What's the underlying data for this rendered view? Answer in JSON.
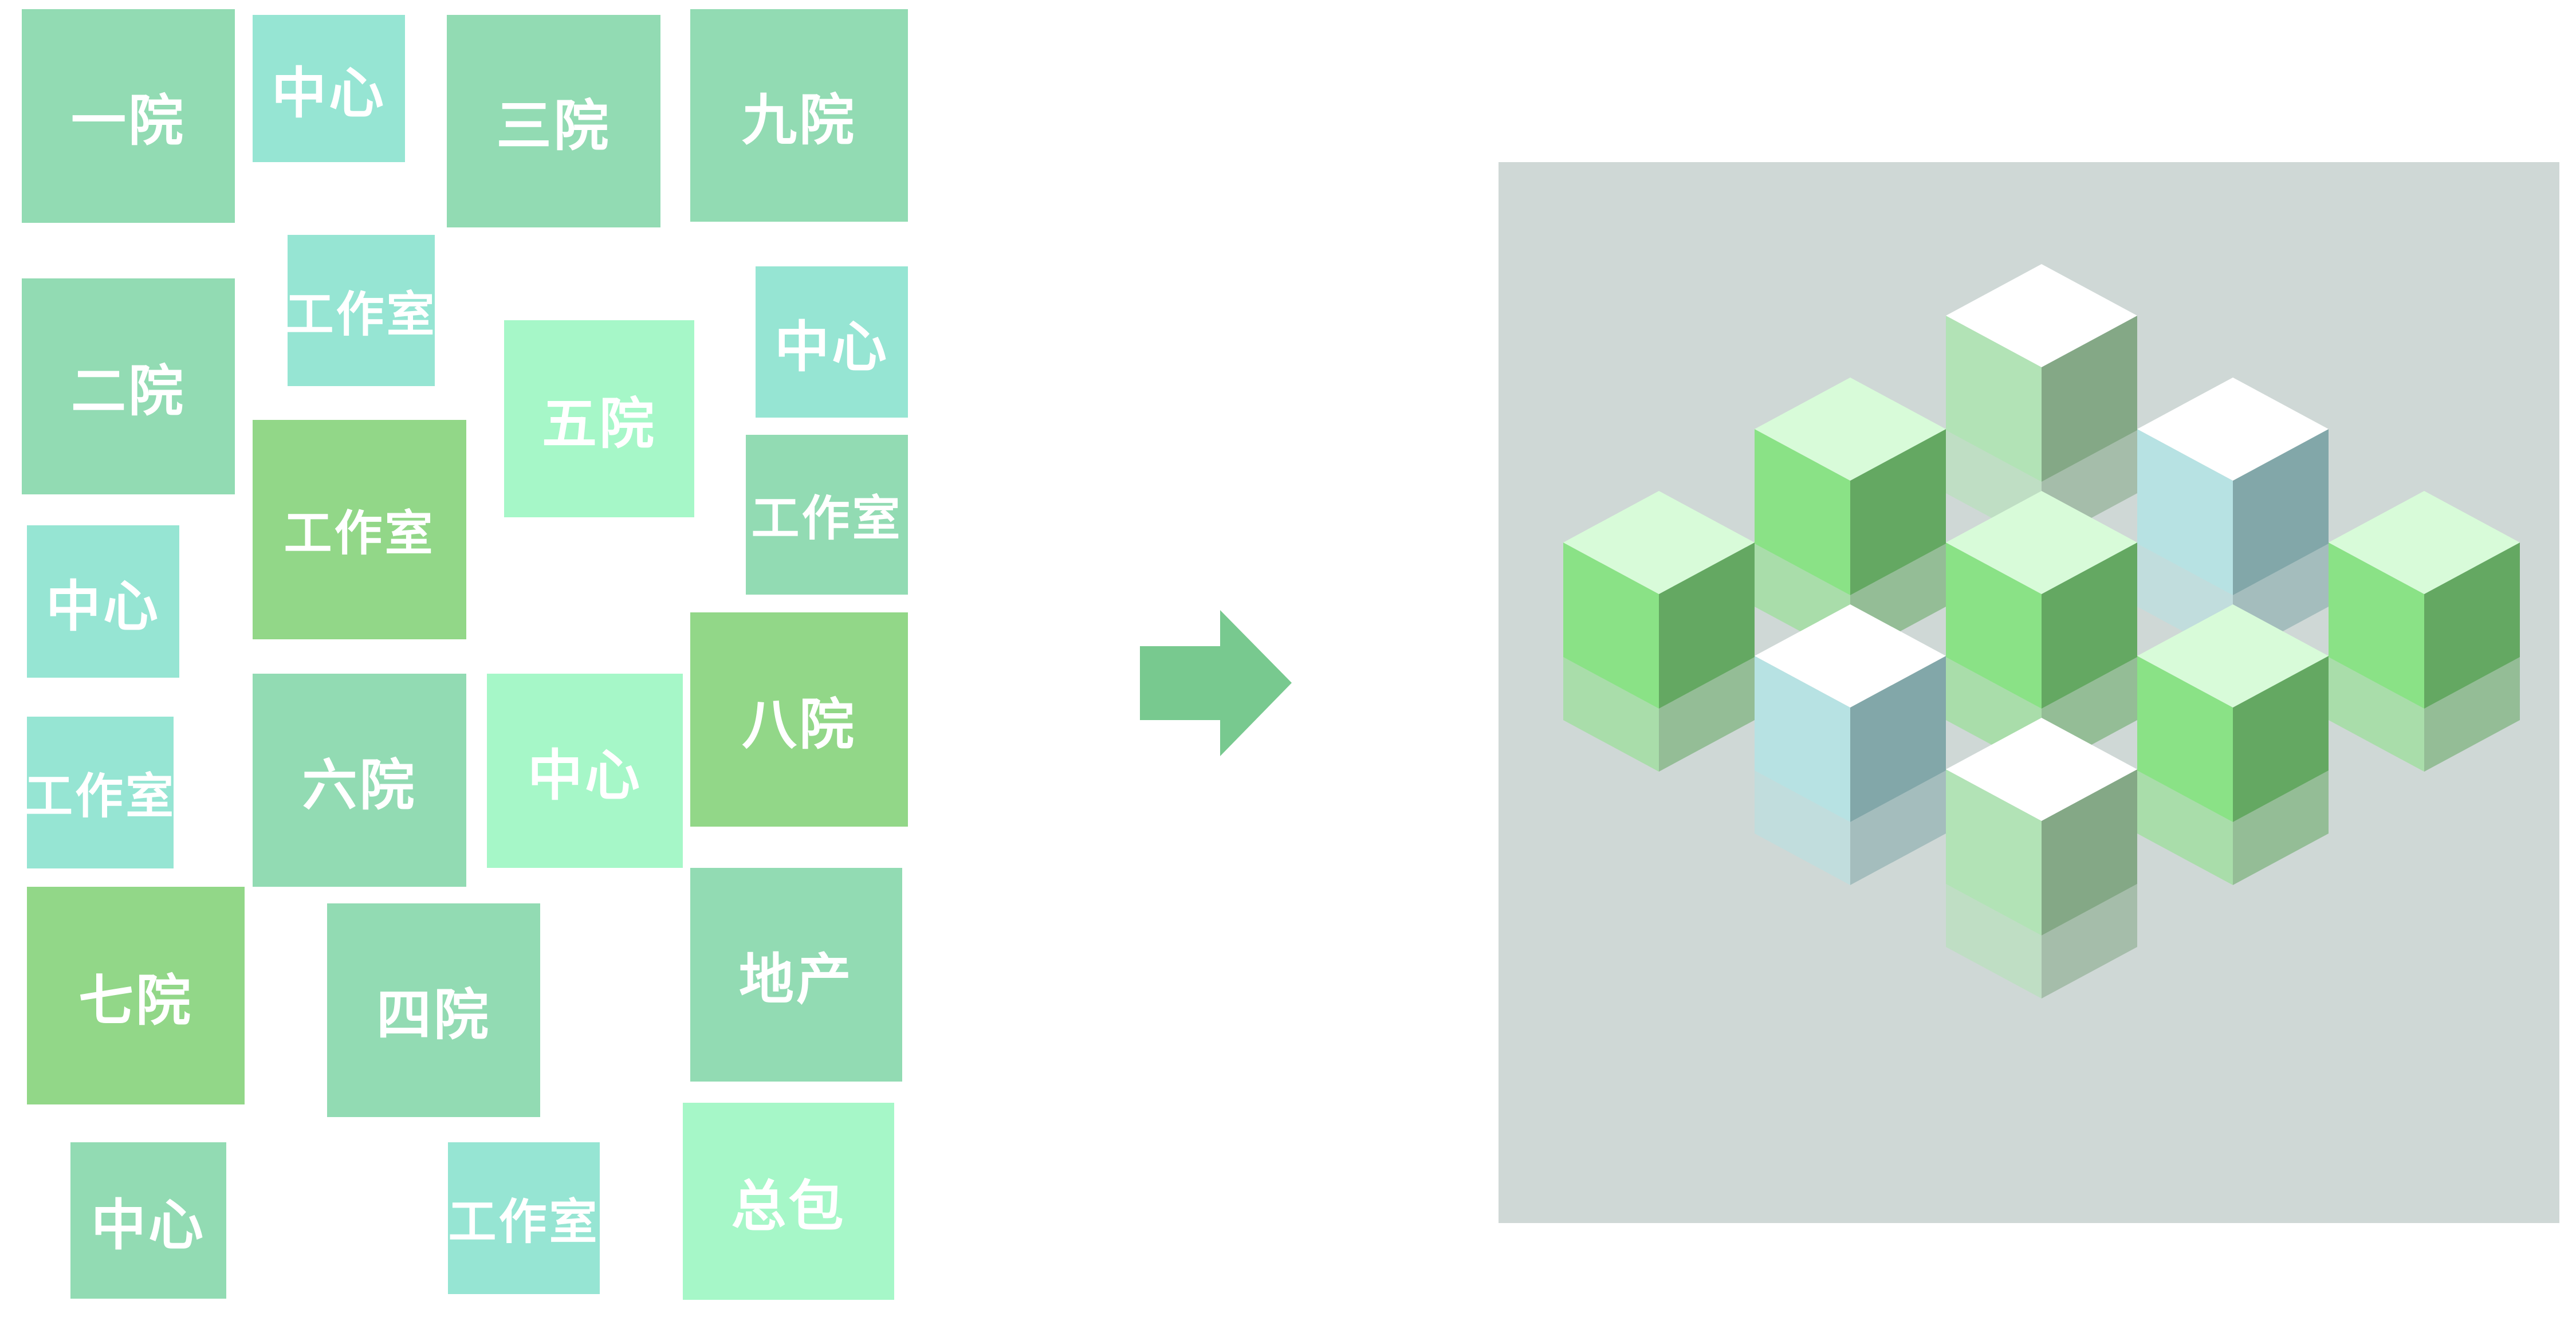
{
  "tiles": [
    {
      "id": "yiyuan",
      "label": "一院",
      "color": "#92dbb3"
    },
    {
      "id": "zhongxin-1",
      "label": "中心",
      "color": "#96e5d3"
    },
    {
      "id": "sanyuan",
      "label": "三院",
      "color": "#92dbb3"
    },
    {
      "id": "jiuyuan",
      "label": "九院",
      "color": "#92dbb3"
    },
    {
      "id": "gongzuoshi-1",
      "label": "工作室",
      "color": "#96e5d3"
    },
    {
      "id": "eryuan",
      "label": "二院",
      "color": "#92dbb3"
    },
    {
      "id": "wuyuan",
      "label": "五院",
      "color": "#a6f7c8"
    },
    {
      "id": "zhongxin-2",
      "label": "中心",
      "color": "#96e5d3"
    },
    {
      "id": "gongzuoshi-2",
      "label": "工作室",
      "color": "#92d788"
    },
    {
      "id": "gongzuoshi-3",
      "label": "工作室",
      "color": "#92dbb3"
    },
    {
      "id": "zhongxin-3",
      "label": "中心",
      "color": "#96e5d3"
    },
    {
      "id": "bayuan",
      "label": "八院",
      "color": "#92d788"
    },
    {
      "id": "liuyuan",
      "label": "六院",
      "color": "#92dbb3"
    },
    {
      "id": "zhongxin-4",
      "label": "中心",
      "color": "#a6f7c8"
    },
    {
      "id": "gongzuoshi-4",
      "label": "工作室",
      "color": "#96e5d3"
    },
    {
      "id": "qiyuan",
      "label": "七院",
      "color": "#92d788"
    },
    {
      "id": "siyuan",
      "label": "四院",
      "color": "#92dbb3"
    },
    {
      "id": "dichan",
      "label": "地产",
      "color": "#92dbb3"
    },
    {
      "id": "zhongxin-5",
      "label": "中心",
      "color": "#92dbb3"
    },
    {
      "id": "gongzuoshi-5",
      "label": "工作室",
      "color": "#96e5d3"
    },
    {
      "id": "zongbao",
      "label": "总包",
      "color": "#a6f7c8"
    }
  ],
  "arrow": {
    "color": "#78c98f"
  },
  "cube_panel": {
    "background": "#cfd8d6"
  },
  "cubes": [
    {
      "id": "cube-top-center",
      "top": "#ffffff",
      "left": "#b2e3b6",
      "right": "#84a886"
    },
    {
      "id": "cube-upper-left",
      "top": "#d8fbd9",
      "left": "#8ae286",
      "right": "#64a862"
    },
    {
      "id": "cube-upper-right",
      "top": "#ffffff",
      "left": "#b7e2e3",
      "right": "#82a7a9"
    },
    {
      "id": "cube-left",
      "top": "#d8fbd9",
      "left": "#8ae286",
      "right": "#64a862"
    },
    {
      "id": "cube-center",
      "top": "#d8fbd9",
      "left": "#8ae286",
      "right": "#64a862"
    },
    {
      "id": "cube-right",
      "top": "#d8fbd9",
      "left": "#8ae286",
      "right": "#64a862"
    },
    {
      "id": "cube-mid-left",
      "top": "#ffffff",
      "left": "#b7e2e3",
      "right": "#82a7a9"
    },
    {
      "id": "cube-mid-right",
      "top": "#d8fbd9",
      "left": "#8ae286",
      "right": "#64a862"
    },
    {
      "id": "cube-bottom-center",
      "top": "#ffffff",
      "left": "#b2e3b6",
      "right": "#84a886"
    }
  ]
}
